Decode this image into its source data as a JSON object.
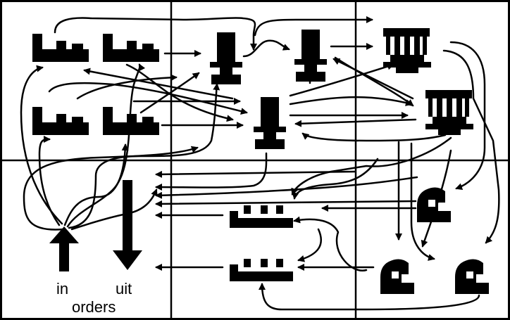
{
  "labels": {
    "in": "in",
    "out": "uit",
    "orders": "orders"
  },
  "machines": [
    {
      "id": "saw-1",
      "kind": "saw"
    },
    {
      "id": "saw-2",
      "kind": "saw"
    },
    {
      "id": "saw-3",
      "kind": "saw"
    },
    {
      "id": "saw-4",
      "kind": "saw"
    },
    {
      "id": "drill-1",
      "kind": "drill-press"
    },
    {
      "id": "drill-2",
      "kind": "drill-press"
    },
    {
      "id": "drill-3",
      "kind": "drill-press"
    },
    {
      "id": "mill-1",
      "kind": "milling"
    },
    {
      "id": "mill-2",
      "kind": "milling"
    },
    {
      "id": "lathe-1",
      "kind": "lathe"
    },
    {
      "id": "lathe-2",
      "kind": "lathe"
    },
    {
      "id": "grinder-1",
      "kind": "grinder"
    },
    {
      "id": "grinder-2",
      "kind": "grinder"
    },
    {
      "id": "grinder-3",
      "kind": "grinder"
    }
  ],
  "colors": {
    "ink": "#000000",
    "background": "#ffffff"
  }
}
